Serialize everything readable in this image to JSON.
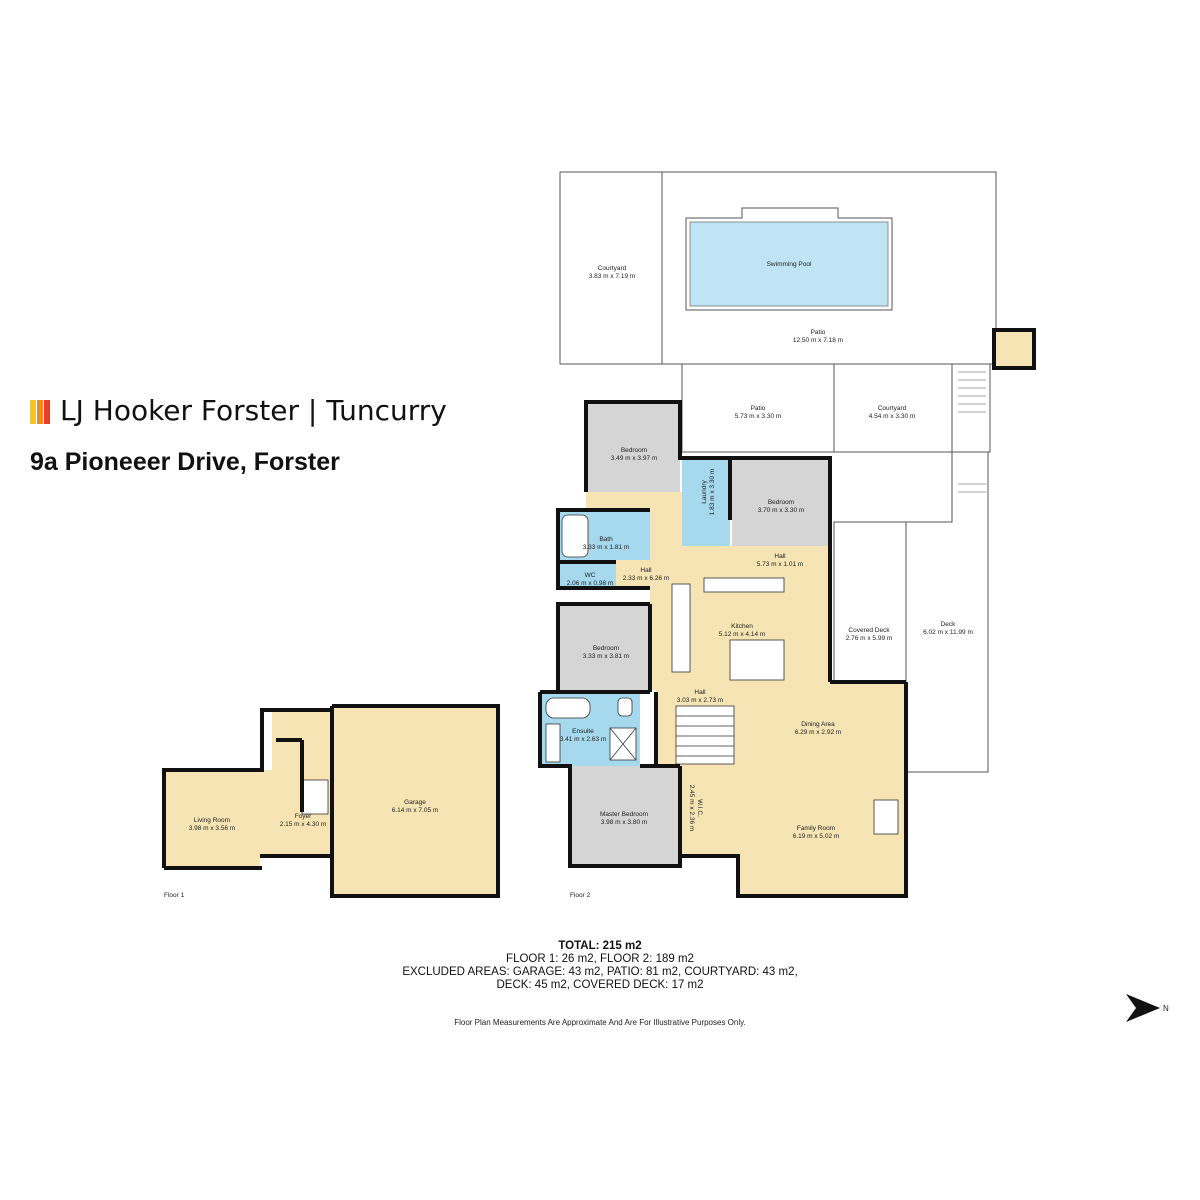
{
  "brand": {
    "name": "LJ Hooker Forster",
    "separator": "|",
    "location": "Tuncurry",
    "logo_colors": [
      "#f4c430",
      "#f08a24",
      "#e63b2e"
    ]
  },
  "address": "9a Pioneeer Drive, Forster",
  "floors": [
    {
      "label": "Floor 1"
    },
    {
      "label": "Floor 2"
    }
  ],
  "rooms": [
    {
      "id": "courtyard-north",
      "name": "Courtyard",
      "dims": "3.83 m x 7.19 m"
    },
    {
      "id": "swimming-pool",
      "name": "Swimming Pool",
      "dims": ""
    },
    {
      "id": "patio-main",
      "name": "Patio",
      "dims": "12.50 m x 7.18 m"
    },
    {
      "id": "patio-small",
      "name": "Patio",
      "dims": "5.73 m x 3.30 m"
    },
    {
      "id": "courtyard-east",
      "name": "Courtyard",
      "dims": "4.54 m x 3.30 m"
    },
    {
      "id": "bedroom-1",
      "name": "Bedroom",
      "dims": "3.49 m x 3.97 m"
    },
    {
      "id": "laundry",
      "name": "Laundry",
      "dims": "1.83 m x 3.30 m"
    },
    {
      "id": "bedroom-2",
      "name": "Bedroom",
      "dims": "3.70 m x 3.30 m"
    },
    {
      "id": "bath",
      "name": "Bath",
      "dims": "3.33 m x 1.81 m"
    },
    {
      "id": "wc",
      "name": "WC",
      "dims": "2.06 m x 0.98 m"
    },
    {
      "id": "hall-1",
      "name": "Hall",
      "dims": "2.33 m x 6.26 m"
    },
    {
      "id": "hall-2",
      "name": "Hall",
      "dims": "5.73 m x 1.01 m"
    },
    {
      "id": "kitchen",
      "name": "Kitchen",
      "dims": "5.12 m x 4.14 m"
    },
    {
      "id": "covered-deck",
      "name": "Covered Deck",
      "dims": "2.76 m x 5.99 m"
    },
    {
      "id": "deck",
      "name": "Deck",
      "dims": "6.02 m x 11.99 m"
    },
    {
      "id": "bedroom-3",
      "name": "Bedroom",
      "dims": "3.33 m x 3.81 m"
    },
    {
      "id": "hall-3",
      "name": "Hall",
      "dims": "3.03 m x 2.73 m"
    },
    {
      "id": "ensuite",
      "name": "Ensuite",
      "dims": "3.41 m x 2.63 m"
    },
    {
      "id": "dining-area",
      "name": "Dining Area",
      "dims": "6.29 m x 2.92 m"
    },
    {
      "id": "master-bedroom",
      "name": "Master Bedroom",
      "dims": "3.98 m x 3.80 m"
    },
    {
      "id": "wic",
      "name": "W.I.C.",
      "dims": "2.45 m x 2.36 m"
    },
    {
      "id": "family-room",
      "name": "Family Room",
      "dims": "6.19 m x 5.02 m"
    },
    {
      "id": "living-room",
      "name": "Living Room",
      "dims": "3.98 m x 3.56 m"
    },
    {
      "id": "foyer",
      "name": "Foyer",
      "dims": "2.15 m x 4.30 m"
    },
    {
      "id": "garage",
      "name": "Garage",
      "dims": "6.14 m x 7.05 m"
    }
  ],
  "summary": {
    "total": "TOTAL: 215 m2",
    "floors": "FLOOR 1: 26 m2, FLOOR 2: 189 m2",
    "excluded_1": "EXCLUDED AREAS: GARAGE: 43 m2, PATIO: 81 m2, COURTYARD: 43 m2,",
    "excluded_2": "DECK: 45 m2, COVERED DECK: 17 m2"
  },
  "disclaimer": "Floor Plan Measurements Are Approximate And Are For Illustrative Purposes Only.",
  "compass": {
    "label": "N"
  },
  "colors": {
    "wall": "#111111",
    "floor_living": "#f6e4b4",
    "floor_bedroom": "#d5d5d5",
    "floor_wet": "#a6d8ee",
    "outdoor": "#ffffff",
    "outdoor_line": "#555555",
    "pool": "#bfe5f5"
  }
}
